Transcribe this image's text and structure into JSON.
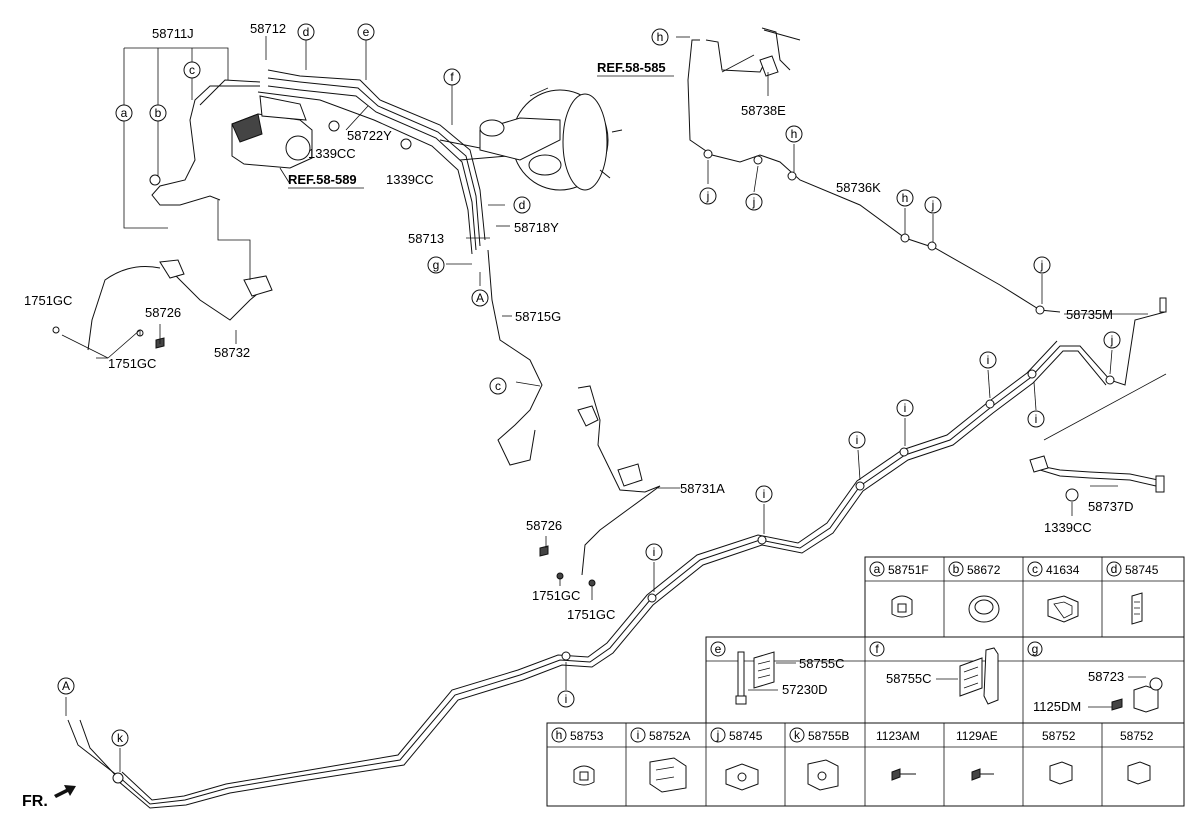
{
  "labels": {
    "p58711J": "58711J",
    "p58712": "58712",
    "p1339CC_a": "1339CC",
    "p58722Y": "58722Y",
    "p1339CC_b": "1339CC",
    "ref58589": "REF.58-589",
    "ref58585": "REF.58-585",
    "p58718Y": "58718Y",
    "p58713": "58713",
    "p58715G": "58715G",
    "p1751GC_a": "1751GC",
    "p1751GC_b": "1751GC",
    "p58726_a": "58726",
    "p58732": "58732",
    "p58738E": "58738E",
    "p58736K": "58736K",
    "p58735M": "58735M",
    "p58737D": "58737D",
    "p1339CC_c": "1339CC",
    "p58731A": "58731A",
    "p58726_b": "58726",
    "p1751GC_c": "1751GC",
    "p1751GC_d": "1751GC",
    "fr": "FR."
  },
  "callouts": {
    "a": "a",
    "b": "b",
    "c": "c",
    "d": "d",
    "e": "e",
    "f": "f",
    "g": "g",
    "h": "h",
    "i": "i",
    "j": "j",
    "k": "k",
    "A": "A"
  },
  "legend": {
    "row1": [
      {
        "key": "a",
        "part": "58751F"
      },
      {
        "key": "b",
        "part": "58672"
      },
      {
        "key": "c",
        "part": "41634"
      },
      {
        "key": "d",
        "part": "58745"
      }
    ],
    "row2": [
      {
        "key": "e",
        "parts": [
          "58755C",
          "57230D"
        ]
      },
      {
        "key": "f",
        "parts": [
          "58755C"
        ]
      },
      {
        "key": "g",
        "parts": [
          "58723",
          "1125DM"
        ]
      }
    ],
    "row3": [
      {
        "key": "h",
        "part": "58753"
      },
      {
        "key": "i",
        "part": "58752A"
      },
      {
        "key": "j",
        "part": "58745"
      },
      {
        "key": "k",
        "part": "58755B"
      },
      {
        "key": "",
        "part": "1123AM"
      },
      {
        "key": "",
        "part": "1129AE"
      },
      {
        "key": "",
        "part": "58752"
      },
      {
        "key": "",
        "part": "58752"
      }
    ]
  }
}
